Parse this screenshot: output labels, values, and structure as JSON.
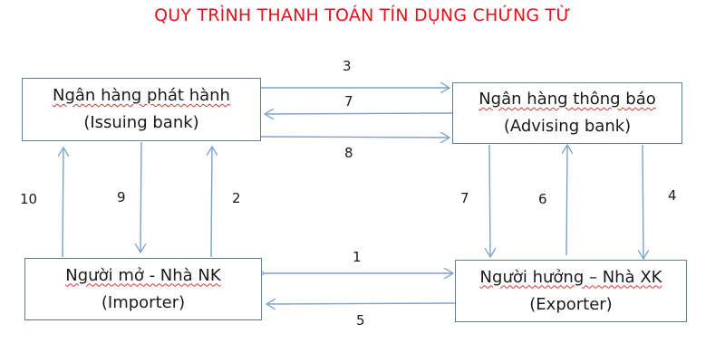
{
  "title": "QUY TRÌNH THANH TOÁN TÍN DỤNG CHỨNG TỪ",
  "nodes": {
    "issuing": {
      "line1": "Ngân hàng phát hành",
      "line2": "(Issuing bank)"
    },
    "advising": {
      "line1": "Ngân hàng thông báo",
      "line2": "(Advising bank)"
    },
    "importer": {
      "line1": "Người mở - Nhà NK",
      "line2": "(Importer)"
    },
    "exporter": {
      "line1": "Người hưởng – Nhà XK",
      "line2": "(Exporter)"
    }
  },
  "steps": {
    "s1": "1",
    "s2": "2",
    "s3": "3",
    "s4": "4",
    "s5": "5",
    "s6": "6",
    "s7a": "7",
    "s7b": "7",
    "s8": "8",
    "s9": "9",
    "s10": "10"
  },
  "colors": {
    "title": "#e8111b",
    "arrow": "#7ba3cc",
    "box_border": "#5b7f9b"
  }
}
